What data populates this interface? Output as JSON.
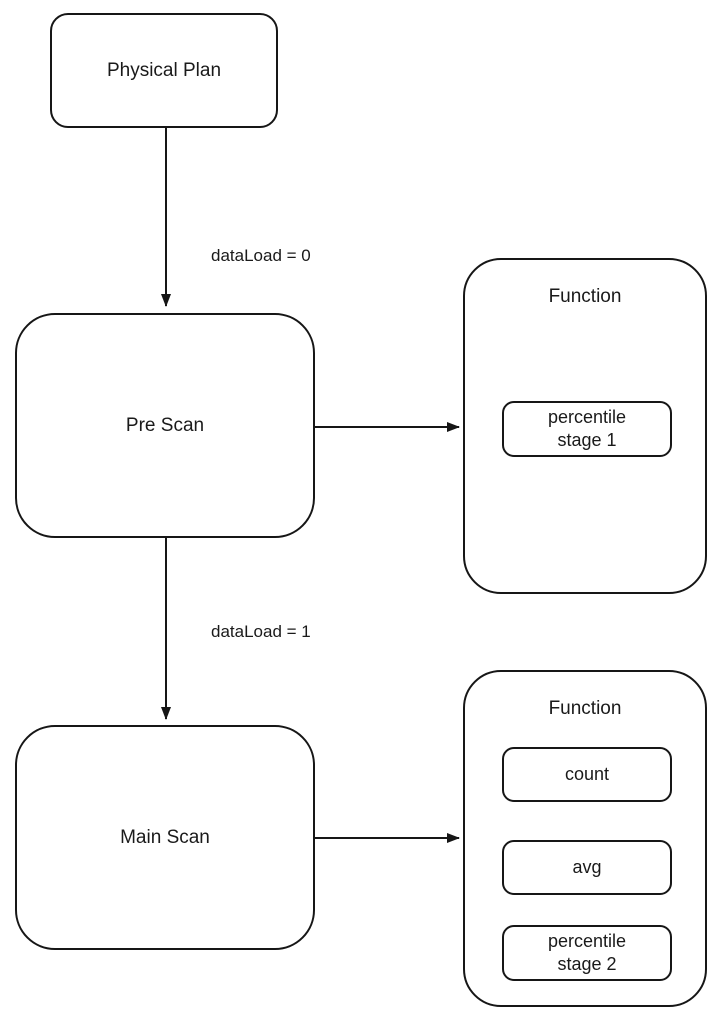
{
  "diagram": {
    "background": "#ffffff",
    "stroke_color": "#161616",
    "text_color": "#1a1a1a",
    "nodes": {
      "physical_plan": "Physical Plan",
      "pre_scan": "Pre Scan",
      "main_scan": "Main Scan"
    },
    "edge_labels": {
      "to_pre_scan": "dataLoad = 0",
      "to_main_scan": "dataLoad = 1"
    },
    "groups": [
      {
        "title": "Function",
        "items": [
          "percentile stage 1"
        ]
      },
      {
        "title": "Function",
        "items": [
          "count",
          "avg",
          "percentile stage 2"
        ]
      }
    ]
  }
}
